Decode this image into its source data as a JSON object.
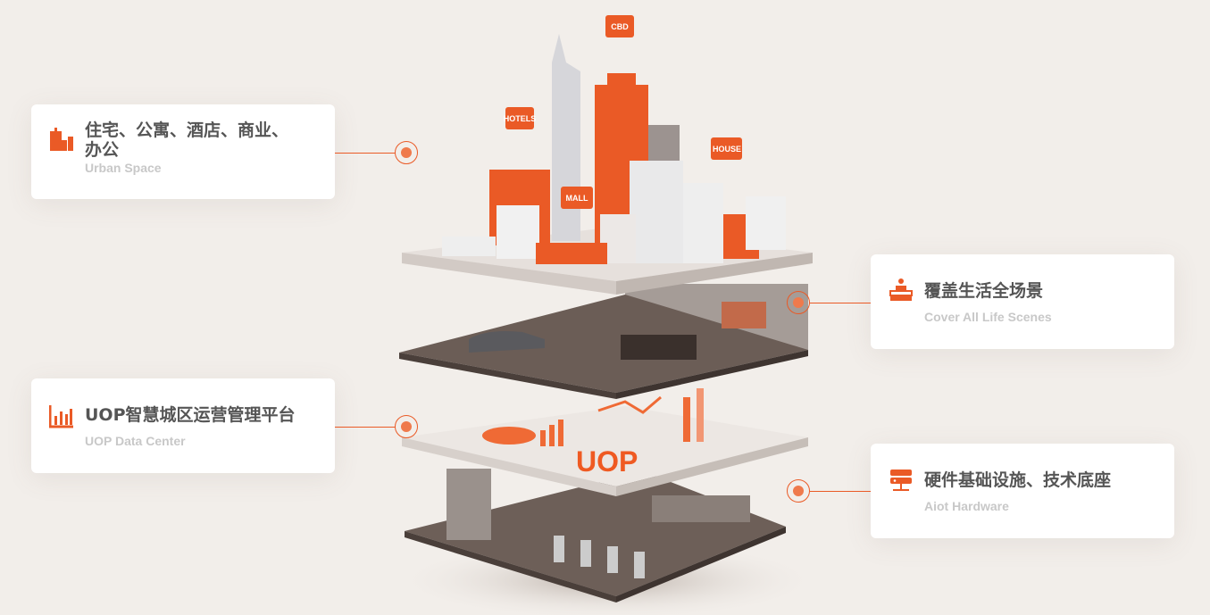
{
  "cards": [
    {
      "title_line1": "住宅、公寓、酒店、商业、",
      "title_line2": "办公",
      "subtitle": "Urban Space",
      "icon": "buildings-icon"
    },
    {
      "title": "UOP智慧城区运营管理平台",
      "subtitle": "UOP Data Center",
      "icon": "bar-chart-icon"
    },
    {
      "title": "覆盖生活全场景",
      "subtitle": "Cover All Life Scenes",
      "icon": "reception-desk-icon"
    },
    {
      "title": "硬件基础设施、技术底座",
      "subtitle": "Aiot Hardware",
      "icon": "server-icon"
    }
  ],
  "illustration": {
    "tags": [
      "CBD",
      "HOTELS",
      "MALL",
      "HOUSE"
    ],
    "logo": "UOP"
  },
  "colors": {
    "accent": "#ea5a26",
    "background": "#f2eeea"
  }
}
